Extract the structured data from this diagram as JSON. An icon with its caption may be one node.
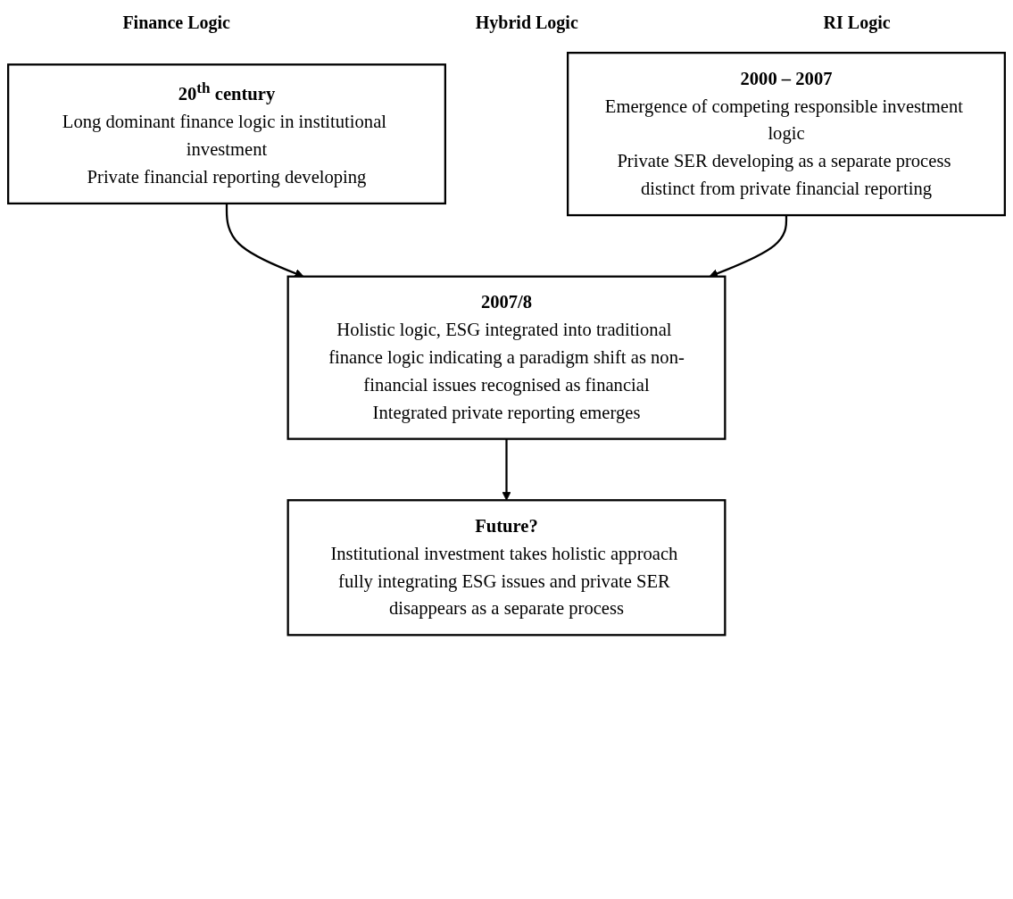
{
  "diagram": {
    "nodes": [
      {
        "text": [
          "20$^{th}$ century",
          "Long dominant finance logic in institutional investment",
          "Private financial reporting developing"
        ]
      },
      {
        "text": [
          "2000 – 2007",
          "Emergence of competing responsible investment logic",
          "Private SER developing as a separate process distinct from private financial reporting"
        ]
      },
      {
        "text": [
          "2007/8",
          "Holistic logic, ESG integrated into traditional finance logic indicating a paradigm shift as non-financial issues recognised as financial",
          "Integrated private reporting emerges"
        ]
      },
      {
        "text": [
          "Future?",
          "Institutional investment takes holistic approach fully integrating ESG issues and private SER disappears as a separate process"
        ]
      }
    ],
    "edges": [
      {
        "from": 0,
        "to": 2,
        "arrow": "to"
      },
      {
        "from": 1,
        "to": 2,
        "arrow": "to"
      },
      {
        "from": 2,
        "to": 3,
        "arrow": "to"
      }
    ],
    "labels": [
      "Finance Logic",
      "Hybrid Logic",
      "RI Logic"
    ]
  }
}
